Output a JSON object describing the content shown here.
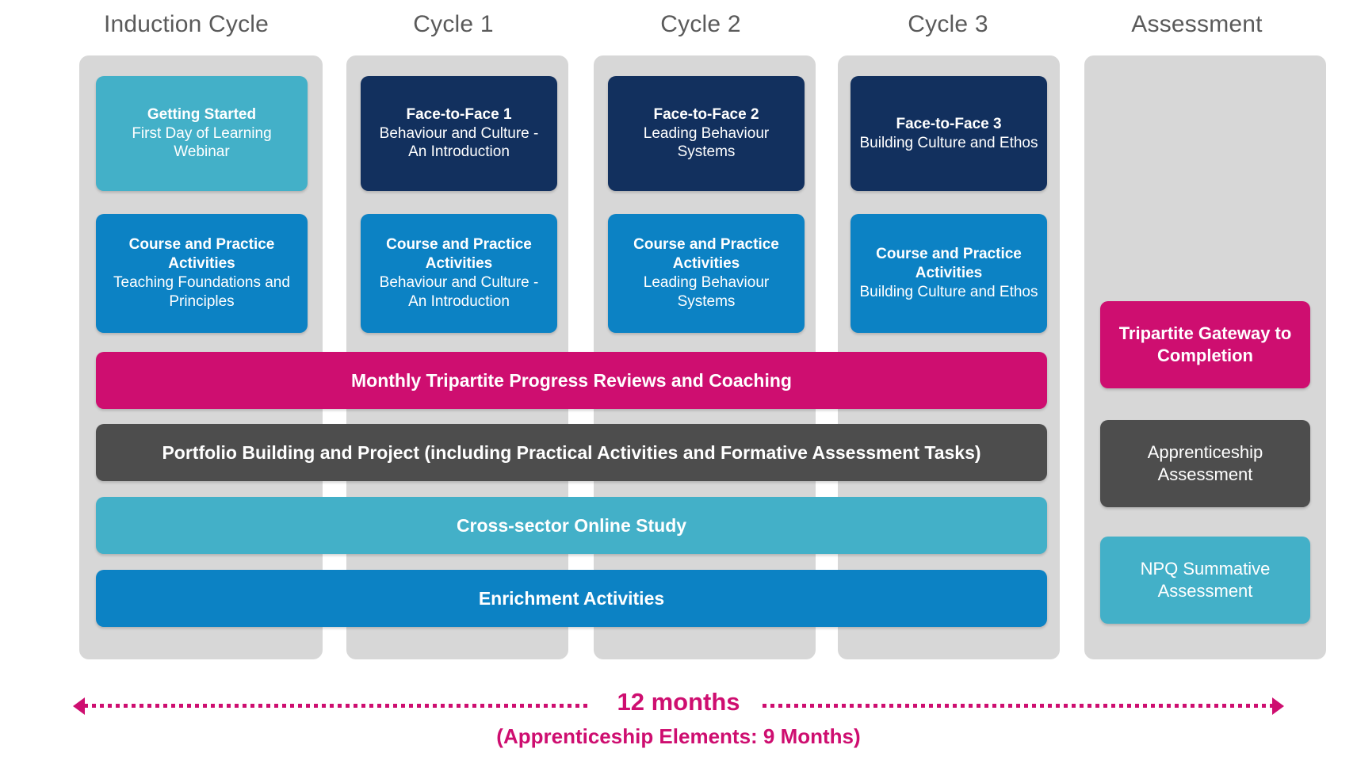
{
  "colors": {
    "navy": "#12305e",
    "blue": "#0c82c4",
    "teal": "#43b0c8",
    "pink": "#ce0e70",
    "dark_gray": "#4d4d4d",
    "panel_gray": "#d7d7d7",
    "header_text": "#5a5a5a",
    "background": "#ffffff"
  },
  "columns": [
    {
      "header": "Induction Cycle"
    },
    {
      "header": "Cycle 1"
    },
    {
      "header": "Cycle 2"
    },
    {
      "header": "Cycle 3"
    },
    {
      "header": "Assessment"
    }
  ],
  "session_cards": [
    {
      "title": "Getting Started",
      "subtitle": "First Day of Learning Webinar",
      "color": "teal"
    },
    {
      "title": "Face-to-Face 1",
      "subtitle": "Behaviour and Culture - An Introduction",
      "color": "navy"
    },
    {
      "title": "Face-to-Face 2",
      "subtitle": "Leading Behaviour Systems",
      "color": "navy"
    },
    {
      "title": "Face-to-Face 3",
      "subtitle": "Building Culture and Ethos",
      "color": "navy"
    }
  ],
  "activity_cards": [
    {
      "title": "Course and Practice Activities",
      "subtitle": "Teaching Foundations and Principles",
      "color": "blue"
    },
    {
      "title": "Course and Practice Activities",
      "subtitle": "Behaviour and Culture - An Introduction",
      "color": "blue"
    },
    {
      "title": "Course and Practice Activities",
      "subtitle": "Leading Behaviour Systems",
      "color": "blue"
    },
    {
      "title": "Course and Practice Activities",
      "subtitle": "Building Culture and Ethos",
      "color": "blue"
    }
  ],
  "spanning_bars": [
    {
      "label": "Monthly Tripartite Progress Reviews and Coaching",
      "color": "pink"
    },
    {
      "label": "Portfolio Building and Project (including Practical Activities and Formative Assessment Tasks)",
      "color": "dark_gray"
    },
    {
      "label": "Cross-sector Online Study",
      "color": "teal"
    },
    {
      "label": "Enrichment Activities",
      "color": "blue"
    }
  ],
  "assessment_cards": [
    {
      "label": "Tripartite Gateway to Completion",
      "color": "pink",
      "bold": true
    },
    {
      "label": "Apprenticeship Assessment",
      "color": "dark_gray",
      "bold": false
    },
    {
      "label": "NPQ Summative Assessment",
      "color": "teal",
      "bold": false
    }
  ],
  "timeline": {
    "duration_label": "12 months",
    "note_label": "(Apprenticeship Elements: 9 Months)"
  }
}
